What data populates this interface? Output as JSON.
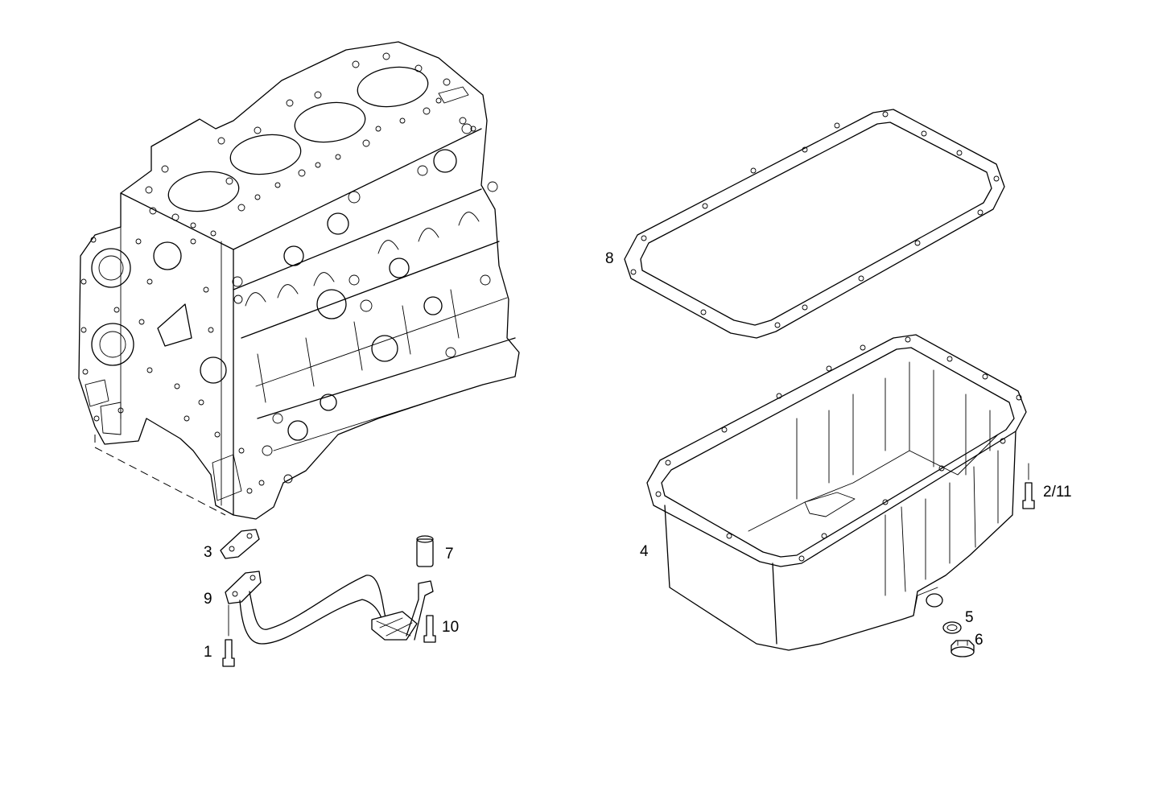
{
  "callouts": {
    "c1": "1",
    "c2_11": "2/11",
    "c3": "3",
    "c4": "4",
    "c5": "5",
    "c6": "6",
    "c7": "7",
    "c8": "8",
    "c9": "9",
    "c10": "10"
  },
  "colors": {
    "line": "#000000",
    "background": "#ffffff"
  }
}
